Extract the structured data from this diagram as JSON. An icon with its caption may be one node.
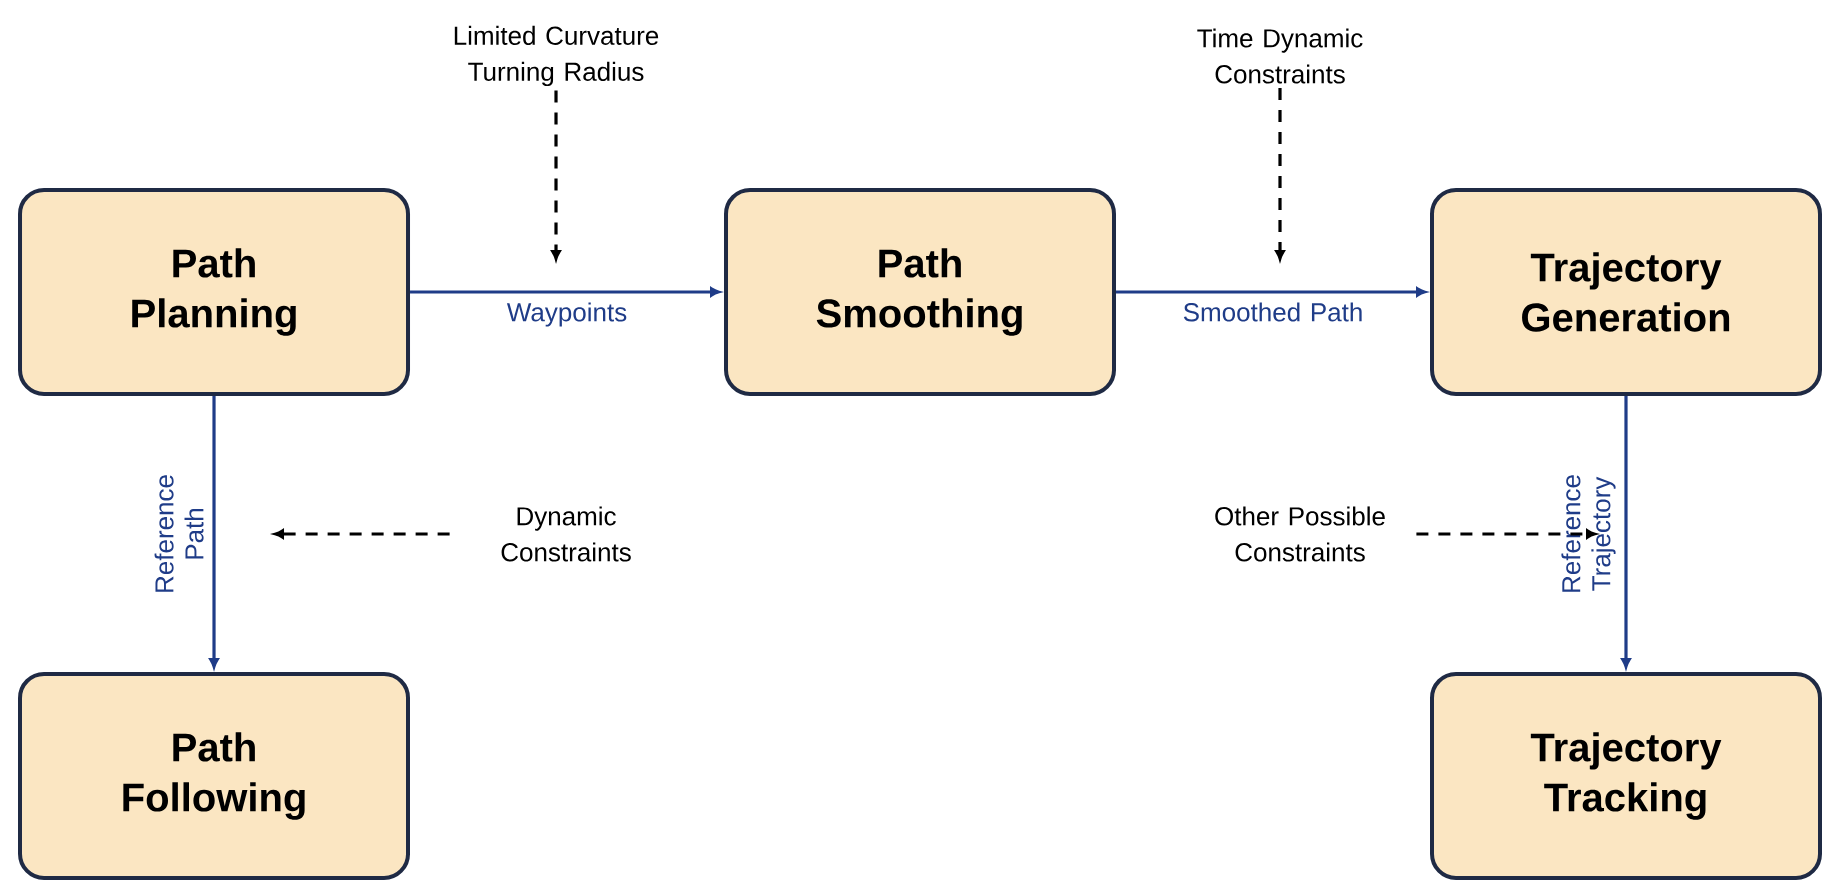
{
  "diagram": {
    "nodes": [
      {
        "text": [
          "Path Planning"
        ]
      },
      {
        "text": [
          "Path Smoothing"
        ]
      },
      {
        "text": [
          "Trajectory Generation"
        ]
      },
      {
        "text": [
          "Path Following"
        ]
      },
      {
        "text": [
          "Trajectory Tracking"
        ]
      },
      {
        "text": [
          "Limited Curvature Turning Radius"
        ]
      },
      {
        "text": [
          "Time Dynamic Constraints"
        ]
      },
      {
        "text": [
          "Dynamic Constraints"
        ]
      },
      {
        "text": [
          "Other Possible Constraints"
        ]
      }
    ],
    "edges": [
      {
        "from": 0,
        "to": 1,
        "arrow": "to",
        "label": "Waypoints"
      },
      {
        "from": 1,
        "to": 2,
        "arrow": "to",
        "label": "Smoothed Path"
      },
      {
        "from": 0,
        "to": 3,
        "arrow": "to",
        "label": "Reference Path"
      },
      {
        "from": 2,
        "to": 4,
        "arrow": "to",
        "label": "Reference Trajectory"
      },
      {
        "from": 5,
        "to": null,
        "arrow": "to",
        "style": "dashed",
        "color": "#000000"
      },
      {
        "from": 6,
        "to": null,
        "arrow": "to",
        "style": "dashed",
        "color": "#000000"
      },
      {
        "from": 7,
        "to": null,
        "arrow": "to",
        "style": "dashed",
        "color": "#000000"
      },
      {
        "from": 8,
        "to": null,
        "arrow": "to",
        "style": "dashed",
        "color": "#000000"
      }
    ]
  }
}
